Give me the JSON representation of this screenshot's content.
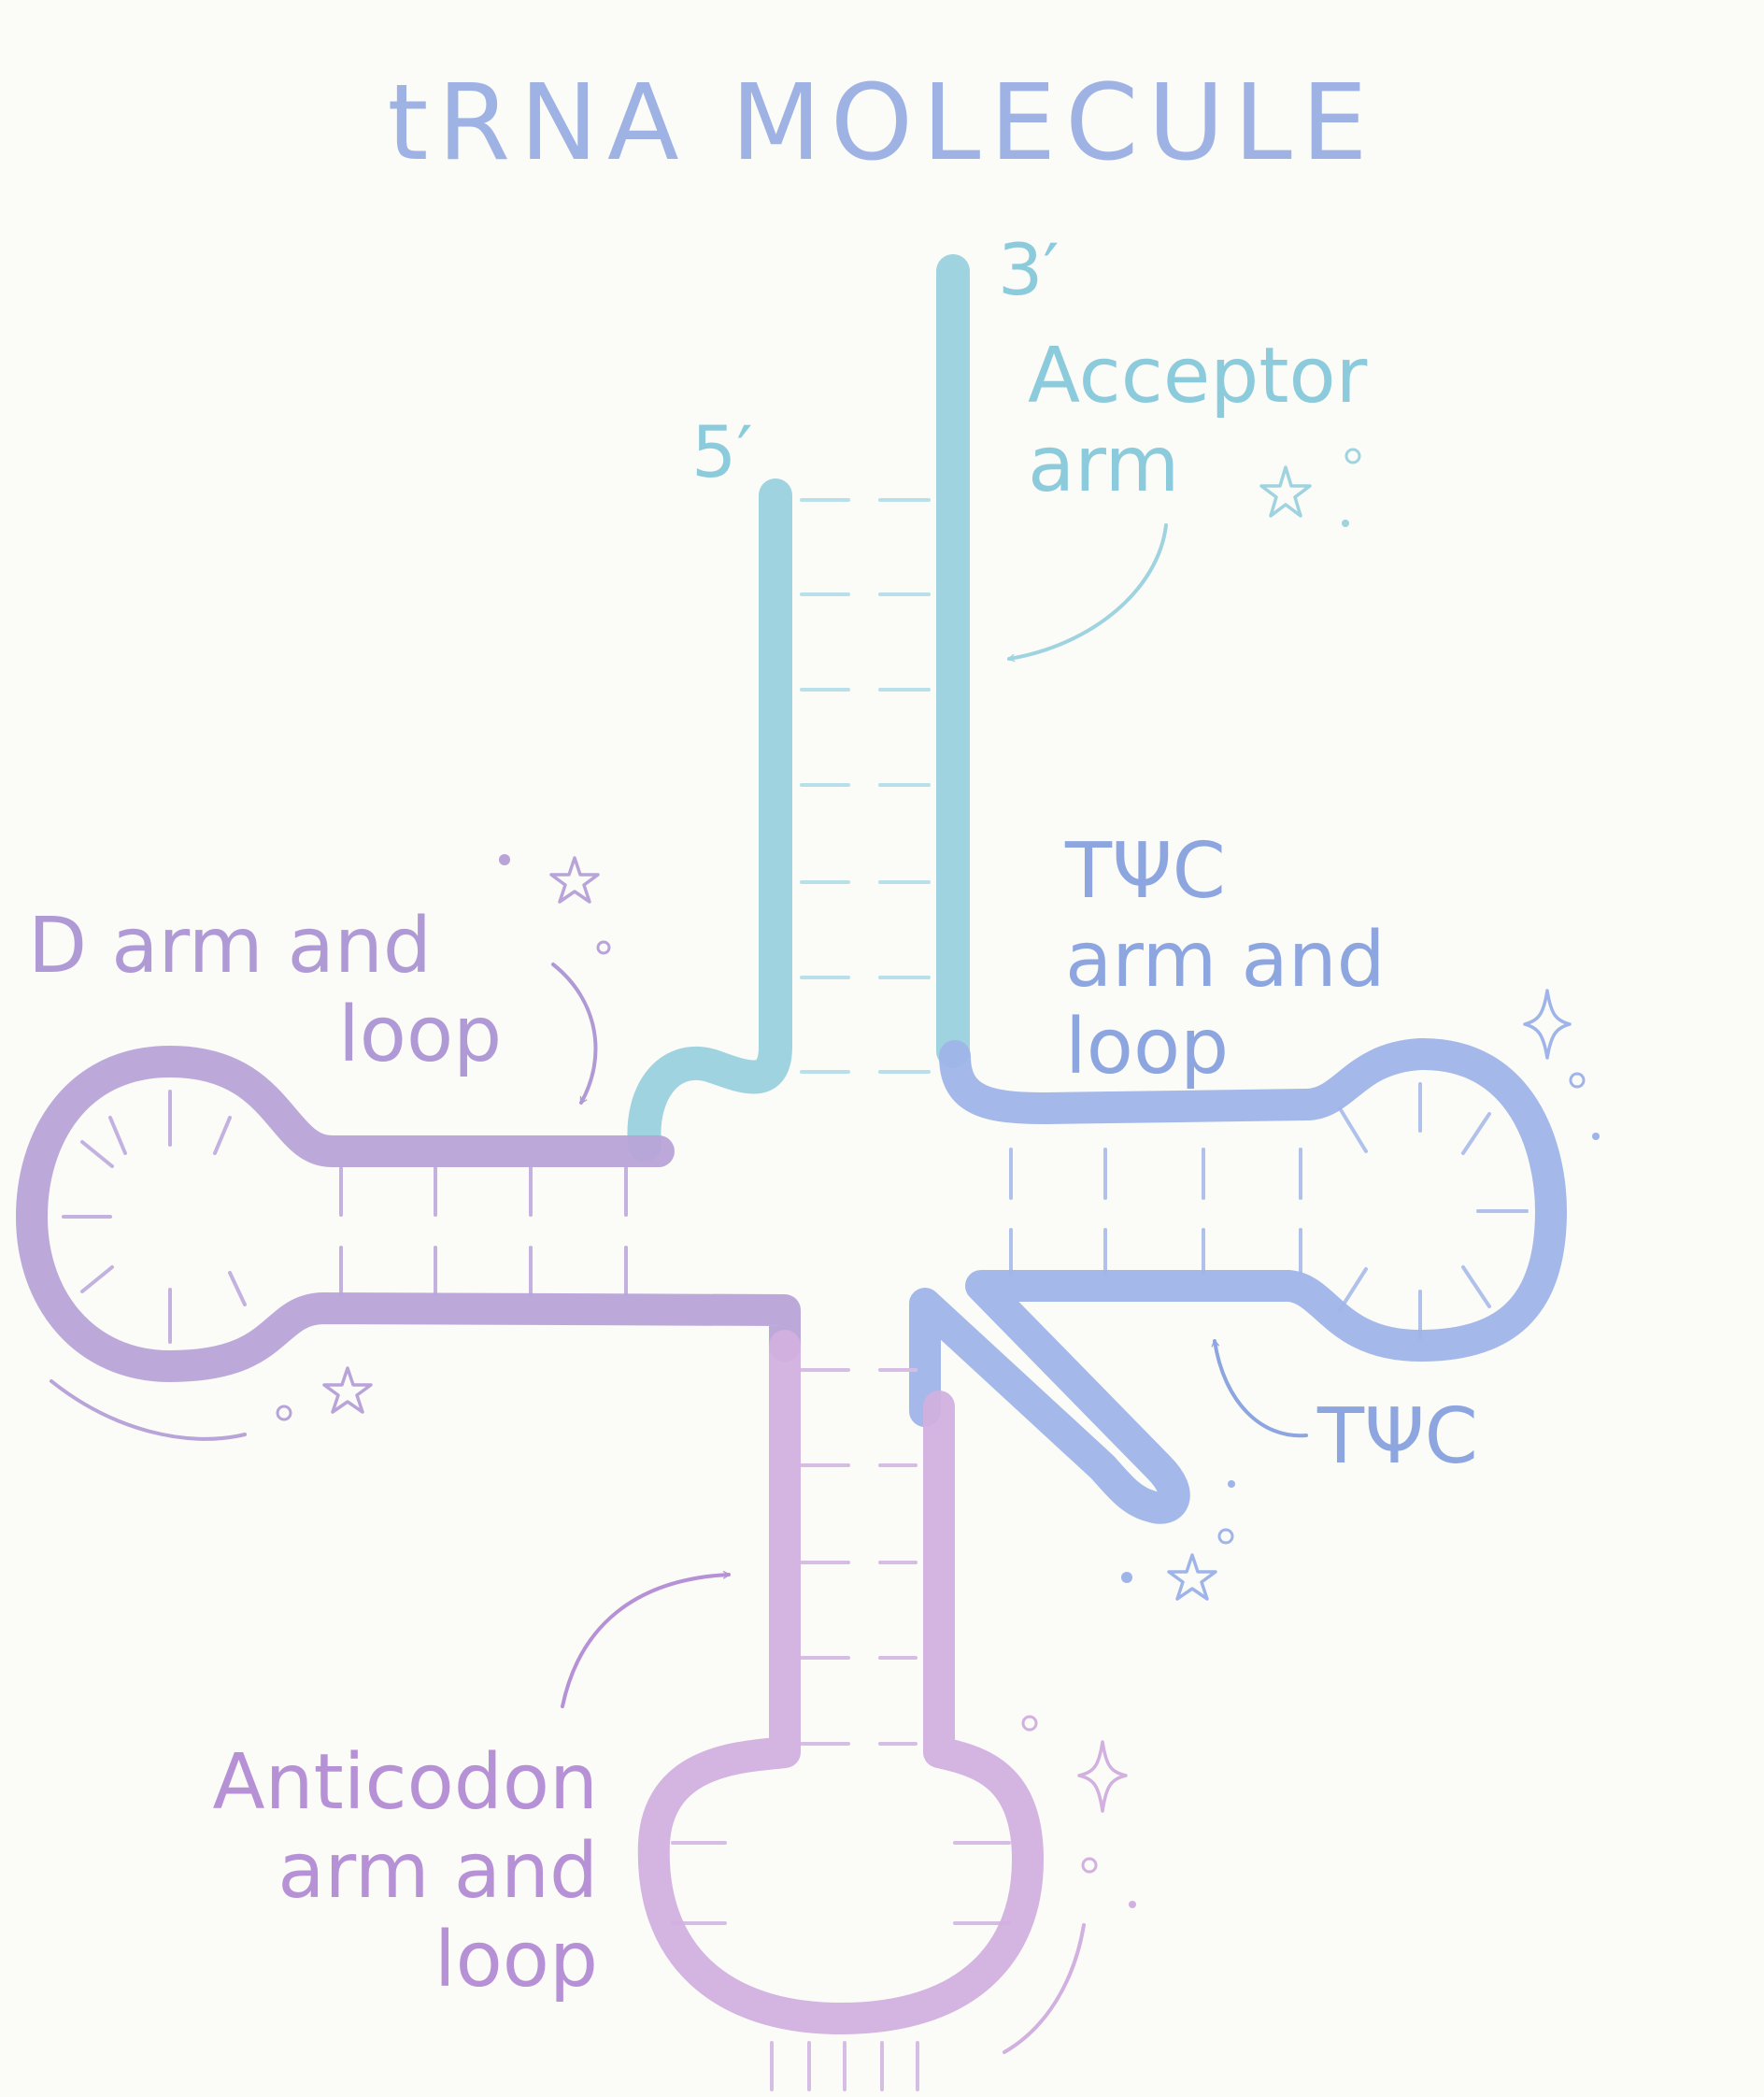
{
  "title": "tRNA MOLECULE",
  "colors": {
    "background": "#fbfbf8",
    "acceptor": "#9fd3e0",
    "acceptor_text": "#8ccbdb",
    "d_arm": "#b8a4d8",
    "d_text": "#b09ad6",
    "tpsic": "#9fb4e8",
    "tpsic_text": "#8ea6e0",
    "anticodon": "#d2b0df",
    "anticodon_text": "#b791d6",
    "title": "#9fb2e4"
  },
  "labels": {
    "three_prime": "3′",
    "five_prime": "5′",
    "acceptor": [
      "Acceptor",
      "arm"
    ],
    "d_arm": [
      "D arm and",
      "loop"
    ],
    "tpsic_arm": [
      "TΨC",
      "arm and",
      "loop"
    ],
    "tpsic_loop": "TΨC",
    "anticodon": [
      "Anticodon",
      "arm and",
      "loop"
    ]
  },
  "decorations": [
    "star-icon",
    "sparkle-icon",
    "dot-icon",
    "arrow-icon"
  ]
}
